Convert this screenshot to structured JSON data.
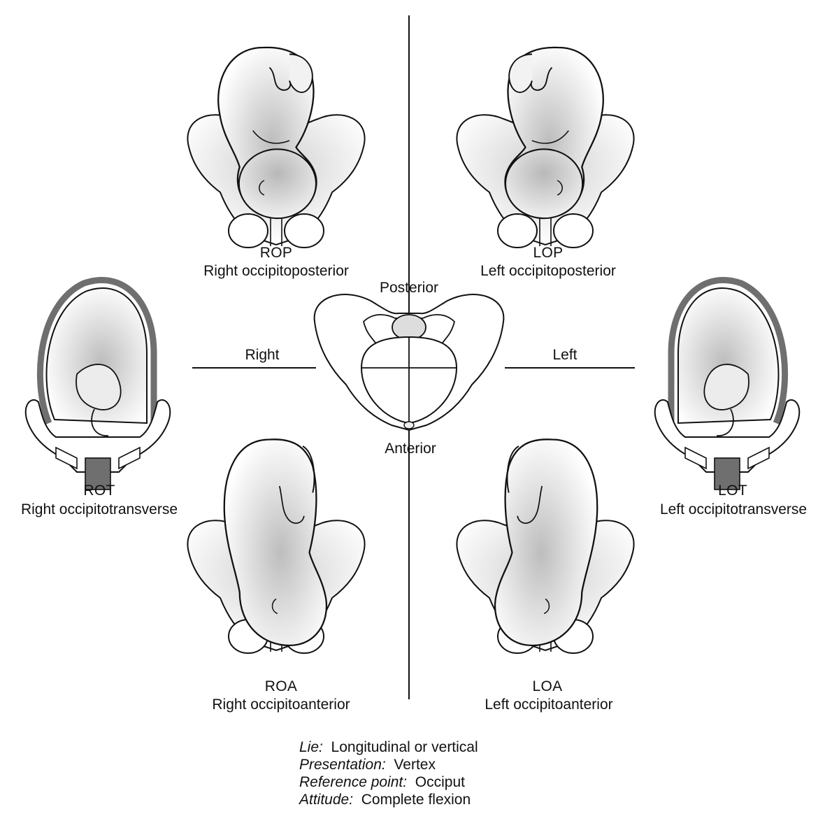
{
  "positions": {
    "rop": {
      "abbr": "ROP",
      "full": "Right occipitoposterior"
    },
    "lop": {
      "abbr": "LOP",
      "full": "Left occipitoposterior"
    },
    "rot": {
      "abbr": "ROT",
      "full": "Right occipitotransverse"
    },
    "lot": {
      "abbr": "LOT",
      "full": "Left occipitotransverse"
    },
    "roa": {
      "abbr": "ROA",
      "full": "Right occipitoanterior"
    },
    "loa": {
      "abbr": "LOA",
      "full": "Left occipitoanterior"
    }
  },
  "directions": {
    "posterior": "Posterior",
    "anterior": "Anterior",
    "right": "Right",
    "left": "Left"
  },
  "legend": [
    {
      "term": "Lie:",
      "value": "Longitudinal or vertical"
    },
    {
      "term": "Presentation:",
      "value": "Vertex"
    },
    {
      "term": "Reference point:",
      "value": "Occiput"
    },
    {
      "term": "Attitude:",
      "value": "Complete flexion"
    }
  ],
  "colors": {
    "ink": "#111111",
    "shade": "#c9c9c9",
    "uterus": "#6f6f6f",
    "paper": "#ffffff"
  }
}
